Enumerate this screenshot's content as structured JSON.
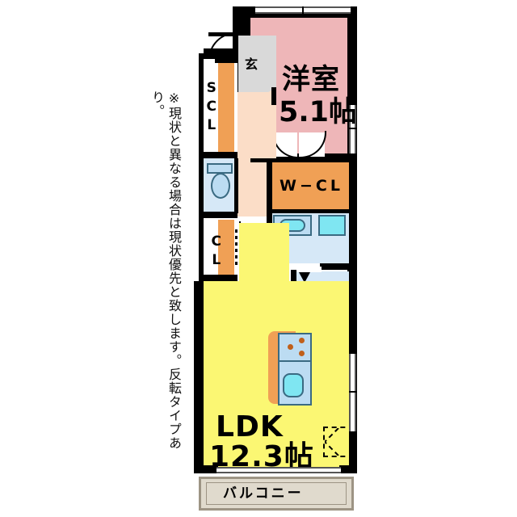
{
  "document": {
    "type": "floor-plan",
    "note": "※現状と異なる場合は現状優先と致します。反転タイプあり。"
  },
  "rooms": {
    "bedroom": {
      "name": "洋室",
      "area": "5.1帖"
    },
    "ldk": {
      "name": "LDK",
      "area": "12.3帖"
    },
    "walk_closet": {
      "label": "W−CL"
    },
    "shoe_closet": {
      "label": "SCL"
    },
    "closet": {
      "label": "CL"
    },
    "entrance": {
      "label": "玄"
    },
    "balcony": {
      "label": "バルコニー"
    }
  },
  "fixtures": {
    "toilet": "toilet-fixture",
    "vanity_sink": "washbasin-fixture",
    "washer_pan": "washing-machine-pan",
    "bathtub": "bathtub-fixture",
    "kitchen_stove": "stove-burners",
    "kitchen_sink": "kitchen-sink",
    "ac_marker": "air-conditioner-marker"
  },
  "colors": {
    "bedroom": "#eeb6b8",
    "closet": "#f0a055",
    "hall": "#fbddc7",
    "genkan": "#d9d9d9",
    "ldk": "#fbf773",
    "water": "#d6e8f7",
    "balcony": "#e0dacd",
    "wall": "#000000"
  }
}
